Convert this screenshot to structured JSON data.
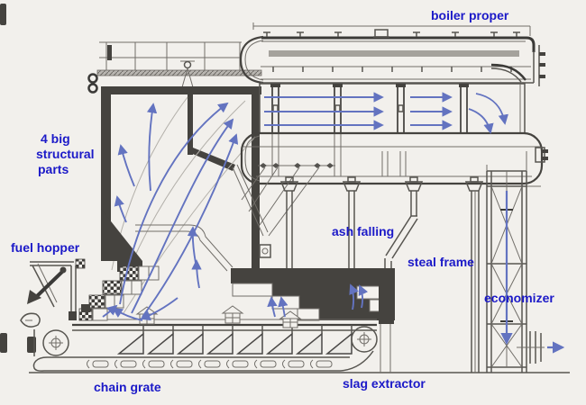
{
  "labels": {
    "boiler_proper": "boiler proper",
    "structural_line1": "4 big",
    "structural_line2": "structural",
    "structural_line3": "parts",
    "fuel_hopper": "fuel hopper",
    "ash_falling": "ash falling",
    "steel_frame": "steal frame",
    "economizer": "economizer",
    "chain_grate": "chain grate",
    "slag_extractor": "slag extractor"
  },
  "colors": {
    "label_blue": "#1b19c8",
    "arrow_blue": "#6373c0",
    "line_dark": "#45433f",
    "paper": "#f2f0ec"
  }
}
